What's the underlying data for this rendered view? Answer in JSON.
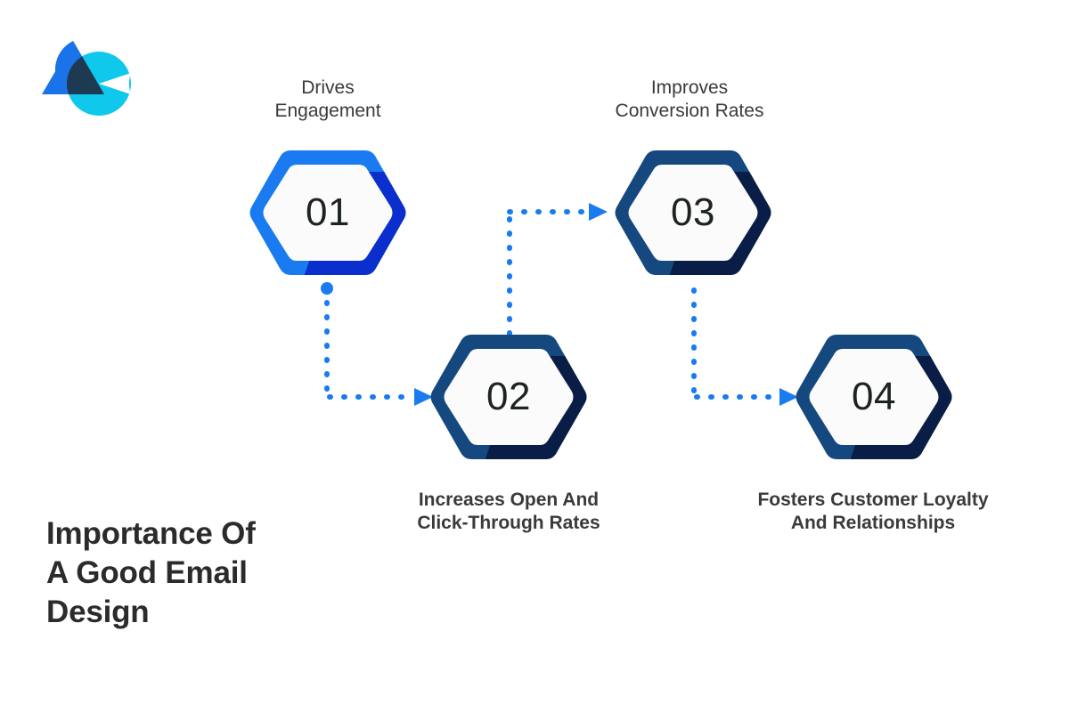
{
  "page": {
    "background": "#ffffff",
    "title": "Importance Of\nA Good Email\nDesign"
  },
  "logo": {
    "name": "brand-logo",
    "triangle_color": "#1a73e8",
    "circle_color": "#0fc8ec",
    "overlap_color": "#1d3a52"
  },
  "palette": {
    "accent_blue": "#1a7bf0",
    "accent_blue_dark": "#0b2fcc",
    "navy": "#14487e",
    "navy_dark": "#0a1d47",
    "text_dark": "#2b2b2b",
    "text_caption": "#3a3a3a",
    "number_color": "#1d241f",
    "connector_color": "#1a7bf0"
  },
  "nodes": [
    {
      "id": "node-01",
      "number": "01",
      "caption": "Drives\nEngagement",
      "caption_position": "top",
      "ring_color": "#1a7bf0",
      "shadow_color": "#0b2fcc"
    },
    {
      "id": "node-02",
      "number": "02",
      "caption": "Increases Open And\nClick-Through Rates",
      "caption_position": "bottom",
      "ring_color": "#14487e",
      "shadow_color": "#0a1d47"
    },
    {
      "id": "node-03",
      "number": "03",
      "caption": "Improves\nConversion Rates",
      "caption_position": "top",
      "ring_color": "#14487e",
      "shadow_color": "#0a1d47"
    },
    {
      "id": "node-04",
      "number": "04",
      "caption": "Fosters Customer Loyalty\nAnd Relationships",
      "caption_position": "bottom",
      "ring_color": "#14487e",
      "shadow_color": "#0a1d47"
    }
  ],
  "connectors": [
    {
      "id": "connector-01-02",
      "from": "01",
      "to": "02",
      "style": "dotted",
      "has_origin_dot": true,
      "direction": "down-then-right"
    },
    {
      "id": "connector-02-03",
      "from": "02",
      "to": "03",
      "style": "dotted",
      "has_origin_dot": false,
      "direction": "up-then-right"
    },
    {
      "id": "connector-03-04",
      "from": "03",
      "to": "04",
      "style": "dotted",
      "has_origin_dot": false,
      "direction": "down-then-right"
    }
  ]
}
